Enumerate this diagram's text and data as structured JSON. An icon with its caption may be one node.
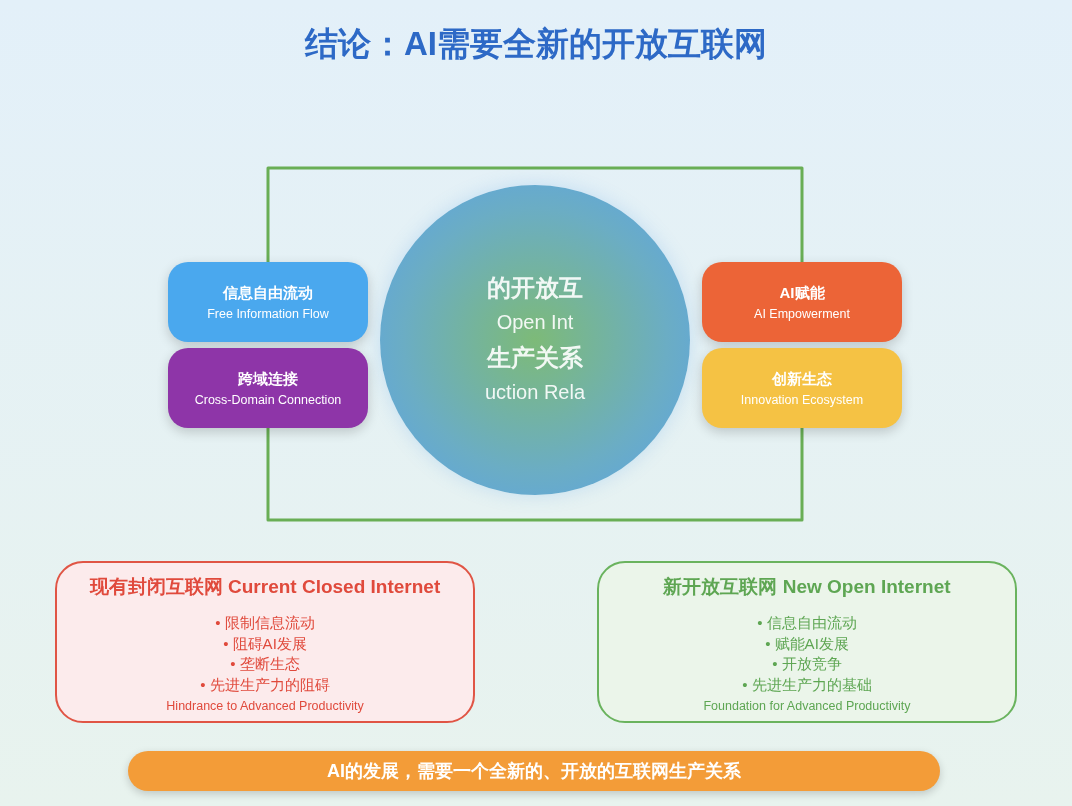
{
  "diagram": {
    "title": "结论：AI需要全新的开放互联网",
    "nodes": [
      {
        "text": [
          "的开放互",
          "Open Int",
          "生产关系",
          "uction Rela"
        ]
      },
      {
        "text": [
          "信息自由流动",
          "Free Information Flow"
        ]
      },
      {
        "text": [
          "AI赋能",
          "AI Empowerment"
        ]
      },
      {
        "text": [
          "跨域连接",
          "Cross-Domain Connection"
        ]
      },
      {
        "text": [
          "创新生态",
          "Innovation Ecosystem"
        ]
      },
      {
        "text": [
          "现有封闭互联网 Current Closed Internet",
          "• 限制信息流动",
          "• 阻碍AI发展",
          "• 垄断生态",
          "• 先进生产力的阻碍",
          "Hindrance to Advanced Productivity"
        ]
      },
      {
        "text": [
          "新开放互联网 New Open Internet",
          "• 信息自由流动",
          "• 赋能AI发展",
          "• 开放竞争",
          "• 先进生产力的基础",
          "Foundation for Advanced Productivity"
        ]
      },
      {
        "text": [
          "AI的发展，需要一个全新的、开放的互联网生产关系"
        ]
      }
    ],
    "edges": [
      {
        "from": 1,
        "to": 2,
        "arrow": "none"
      },
      {
        "from": 3,
        "to": 4,
        "arrow": "none"
      }
    ]
  }
}
